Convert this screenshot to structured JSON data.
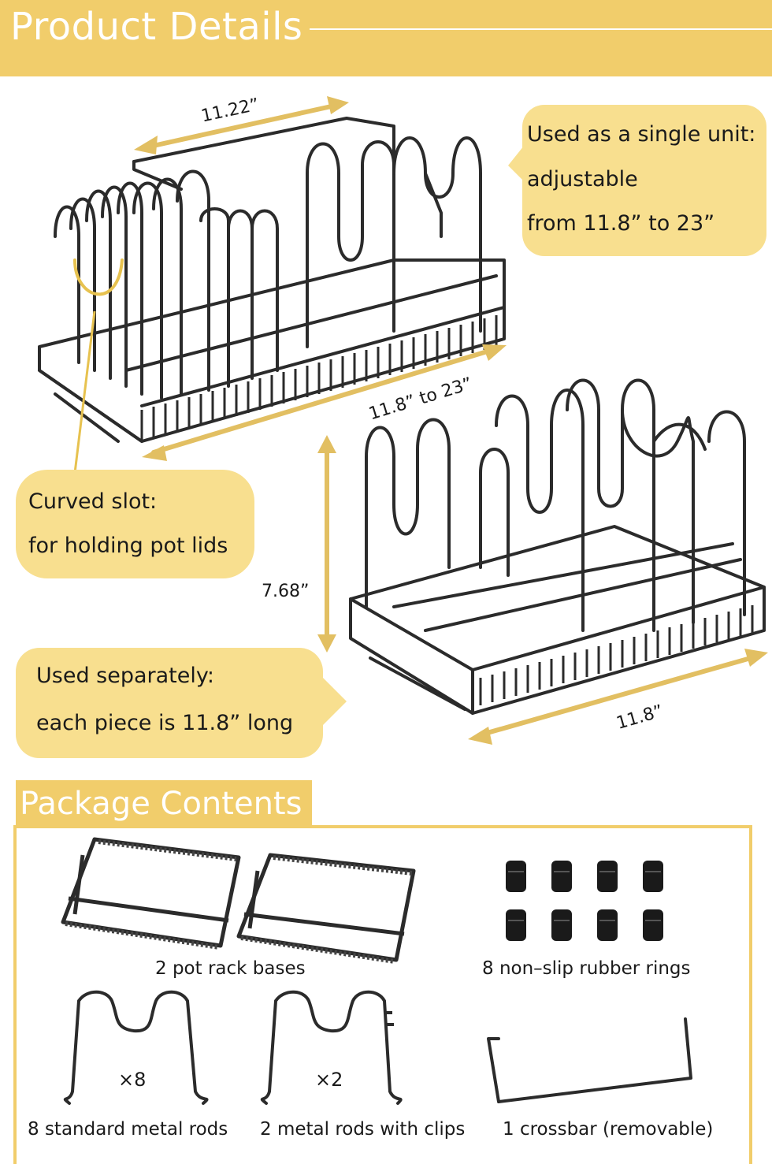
{
  "header": {
    "title": "Product Details"
  },
  "callouts": {
    "single_unit": {
      "lines": [
        "Used as a single unit:",
        "adjustable",
        "from 11.8” to 23”"
      ]
    },
    "curved_slot": {
      "lines": [
        "Curved slot:",
        "for holding pot lids"
      ]
    },
    "separately": {
      "lines": [
        "Used separately:",
        "each piece is 11.8” long"
      ]
    }
  },
  "dimensions": {
    "top_width": "11.22”",
    "extended_length": "11.8” to 23”",
    "height": "7.68”",
    "single_length": "11.8”"
  },
  "package": {
    "title": "Package Contents",
    "items": [
      {
        "label": "2 pot rack bases",
        "icon": "rack-base-icon"
      },
      {
        "label": "8 non–slip rubber rings",
        "icon": "rubber-ring-icon"
      },
      {
        "label": "8 standard metal rods",
        "qty": "×8",
        "icon": "metal-rod-icon"
      },
      {
        "label": "2 metal rods with clips",
        "qty": "×2",
        "icon": "metal-rod-clip-icon"
      },
      {
        "label": "1 crossbar (removable)",
        "icon": "crossbar-icon"
      }
    ]
  },
  "colors": {
    "accent": "#f1cd6b",
    "callout_fill": "#f8df8f",
    "arrow": "#e2bf62",
    "metal": "#2b2b2b"
  }
}
